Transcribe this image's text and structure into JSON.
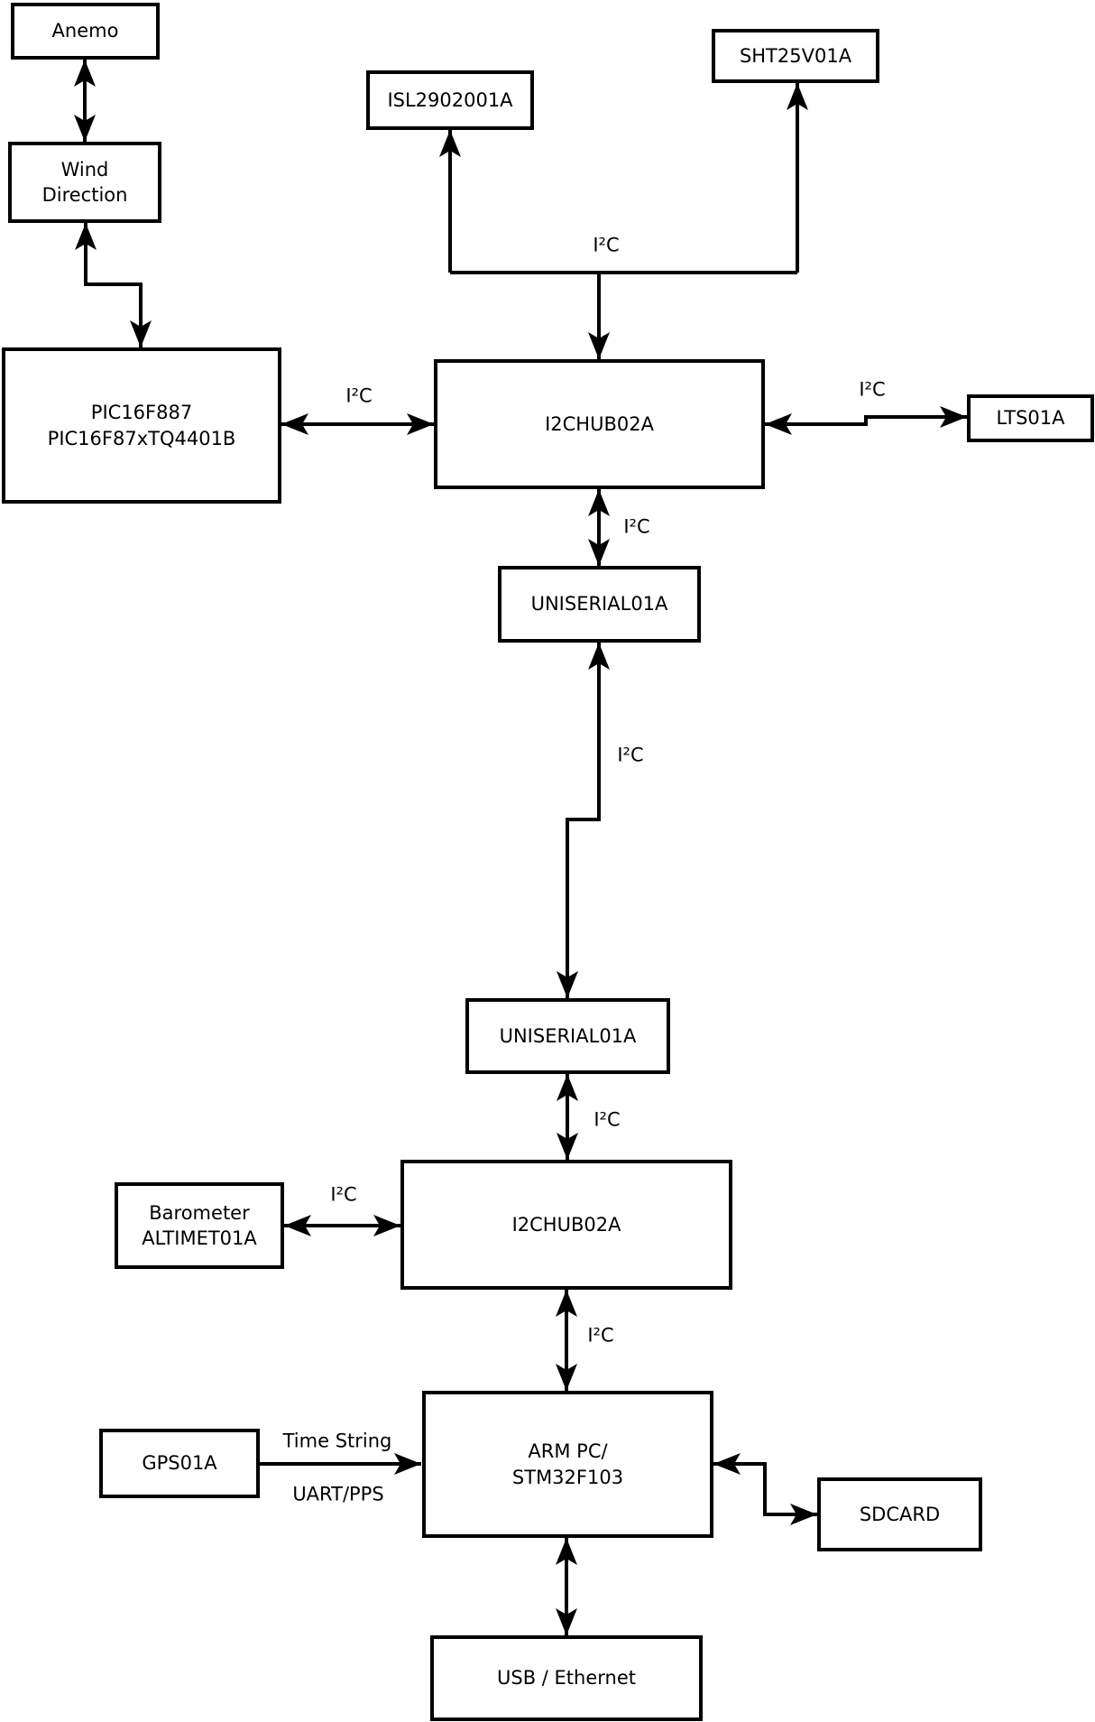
{
  "diagram": {
    "nodes": {
      "anemo": {
        "label": "Anemo"
      },
      "wind_direction": {
        "label": "Wind\nDirection"
      },
      "pic": {
        "label": "PIC16F887\nPIC16F87xTQ4401B"
      },
      "isl": {
        "label": "ISL2902001A"
      },
      "sht": {
        "label": "SHT25V01A"
      },
      "i2chub_top": {
        "label": "I2CHUB02A"
      },
      "lts": {
        "label": "LTS01A"
      },
      "uniserial_top": {
        "label": "UNISERIAL01A"
      },
      "uniserial_bottom": {
        "label": "UNISERIAL01A"
      },
      "i2chub_bottom": {
        "label": "I2CHUB02A"
      },
      "barometer": {
        "label": "Barometer\nALTIMET01A"
      },
      "gps": {
        "label": "GPS01A"
      },
      "arm": {
        "label": "ARM PC/\nSTM32F103"
      },
      "sdcard": {
        "label": "SDCARD"
      },
      "usb": {
        "label": "USB / Ethernet"
      }
    },
    "edge_labels": {
      "i2c_sensor_bus": "I²C",
      "i2c_pic_hub": "I²C",
      "i2c_hub_lts": "I²C",
      "i2c_hub_uniserial": "I²C",
      "i2c_uniserial_link": "I²C",
      "i2c_uniserial_hub2": "I²C",
      "i2c_baro_hub2": "I²C",
      "i2c_hub2_arm": "I²C",
      "gps_time_string": "Time String",
      "gps_uart_pps": "UART/PPS"
    },
    "colors": {
      "line": "#000000",
      "box_background": "#ffffff",
      "page_background": "#ffffff"
    }
  }
}
